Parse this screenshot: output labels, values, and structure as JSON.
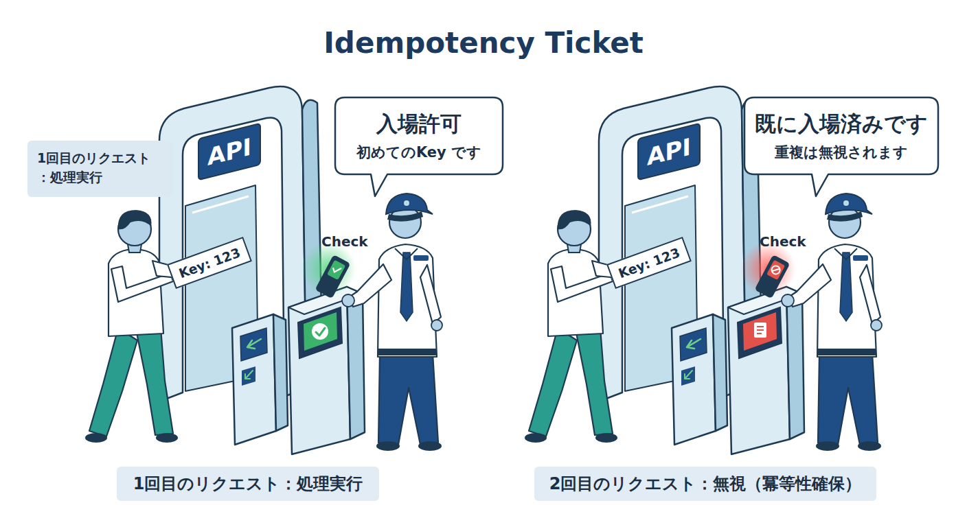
{
  "diagram": {
    "title": "Idempotency Ticket",
    "nodes": [
      {
        "text": [
          "1回目のリクエスト ：処理実行"
        ]
      },
      {
        "text": [
          "API"
        ]
      },
      {
        "text": [
          "Key: 123"
        ]
      },
      {
        "text": [
          "入場許可",
          "初めてのKey です"
        ]
      },
      {
        "text": [
          "1回目のリクエスト：処理実行"
        ]
      },
      {
        "text": [
          "API"
        ]
      },
      {
        "text": [
          "Key: 123"
        ]
      },
      {
        "text": [
          "既に入場済みです",
          "重複は無視されます"
        ]
      },
      {
        "text": [
          "2回目のリクエスト：無視（冪等性確保）"
        ]
      }
    ],
    "labels": [
      "Check",
      "Check"
    ]
  }
}
